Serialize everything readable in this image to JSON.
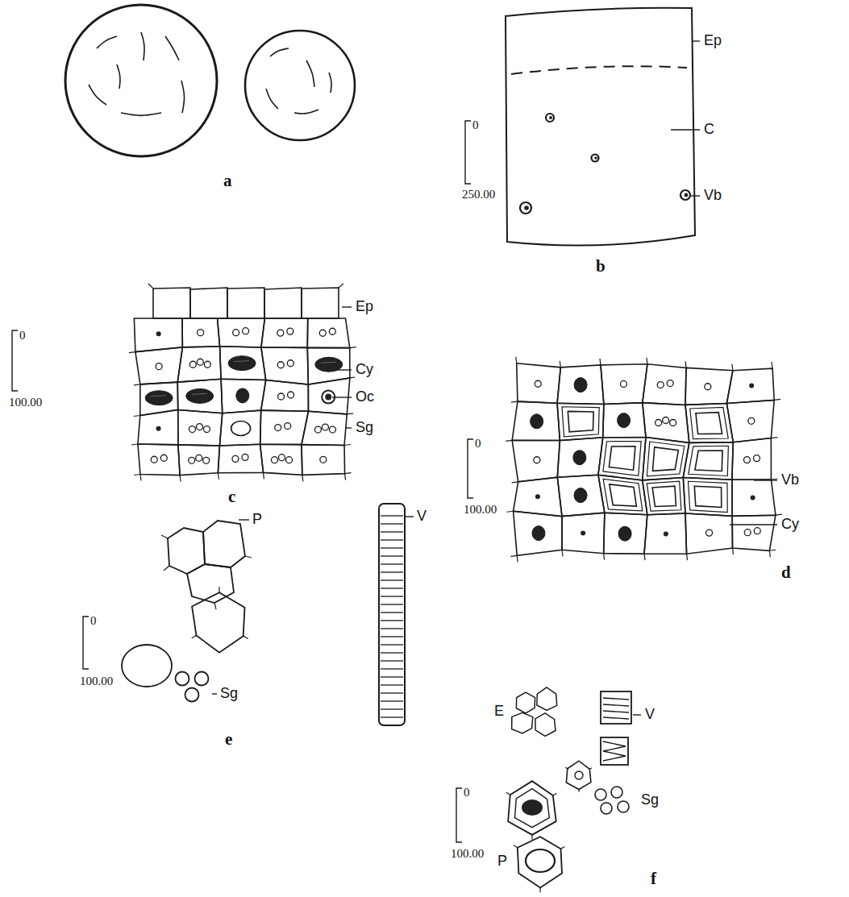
{
  "diagram": {
    "labels": [
      "a",
      "Ep",
      "0",
      "250.00",
      "C",
      "Vb",
      "b",
      "0",
      "100.00",
      "Ep",
      "Cy",
      "Oc",
      "Sg",
      "c",
      "0",
      "100.00",
      "Vb",
      "Cy",
      "d",
      "P",
      "V",
      "0",
      "100.00",
      "Sg",
      "e",
      "E",
      "V",
      "0",
      "100.00",
      "Sg",
      "P",
      "f"
    ]
  }
}
